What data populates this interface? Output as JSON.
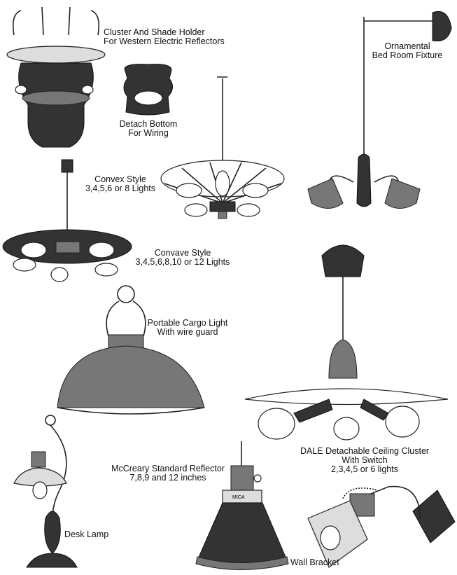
{
  "items": [
    {
      "id": "cluster-shade-holder",
      "lines": [
        "Cluster And Shade Holder",
        "For Western Electric Reflectors"
      ]
    },
    {
      "id": "detach-bottom",
      "lines": [
        "Detach Bottom",
        "For Wiring"
      ]
    },
    {
      "id": "ornamental-fixture",
      "lines": [
        "Ornamental",
        "Bed Room Fixture"
      ]
    },
    {
      "id": "convex-style",
      "lines": [
        "Convex Style",
        "3,4,5,6 or 8 Lights"
      ]
    },
    {
      "id": "convave-style",
      "lines": [
        "Convave Style",
        "3,4,5,6,8,10 or 12 Lights"
      ]
    },
    {
      "id": "portable-cargo-light",
      "lines": [
        "Portable Cargo Light",
        "With wire guard"
      ]
    },
    {
      "id": "dale-ceiling-cluster",
      "lines": [
        "DALE Detachable Ceiling Cluster",
        "With Switch",
        "2,3,4,5 or 6 lights"
      ]
    },
    {
      "id": "mccreary-reflector",
      "lines": [
        "McCreary Standard Reflector",
        "7,8,9 and 12 inches"
      ],
      "stamp": "MICA"
    },
    {
      "id": "desk-lamp",
      "lines": [
        "Desk Lamp"
      ]
    },
    {
      "id": "wall-bracket",
      "lines": [
        "Wall Bracket"
      ]
    }
  ]
}
